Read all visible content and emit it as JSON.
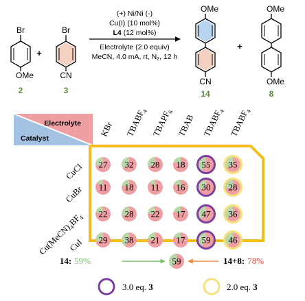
{
  "reaction": {
    "electrode": "(+) Ni/Ni (-)",
    "catalyst": "Cu(I) (10 mol%)",
    "ligand_bold": "L4",
    "ligand_rest": " (12 mol%)",
    "electrolyte": "Electrolyte (2.0 equiv)",
    "conditions": "MeCN, 4.0 mA, rt, N",
    "conditions_sub": "2",
    "conditions_tail": ", 12 h",
    "plus": "+",
    "reactant1": {
      "top": "Br",
      "bottom": "OMe",
      "label": "2"
    },
    "reactant2": {
      "top": "Br",
      "bottom": "CN",
      "label": "3"
    },
    "product1": {
      "top": "OMe",
      "bottom": "CN",
      "label": "14"
    },
    "product2": {
      "top": "OMe",
      "bottom": "OMe",
      "label": "8"
    }
  },
  "table": {
    "header_electrolyte": "Electrolyte",
    "header_catalyst": "Catalyst",
    "columns": [
      {
        "base": "KBr",
        "sub": ""
      },
      {
        "base": "TBABF",
        "sub": "4"
      },
      {
        "base": "TBAPF",
        "sub": "6"
      },
      {
        "base": "TBAB",
        "sub": ""
      },
      {
        "base": "TBABF",
        "sub": "4"
      },
      {
        "base": "TBABF",
        "sub": "4"
      }
    ],
    "rows": [
      {
        "label": "CuCl",
        "values": [
          27,
          32,
          28,
          18,
          55,
          35
        ],
        "fracs": [
          0.72,
          0.66,
          0.7,
          0.8,
          0.59,
          0.66
        ]
      },
      {
        "label": "CuBr",
        "values": [
          11,
          18,
          11,
          16,
          30,
          28
        ],
        "fracs": [
          0.86,
          0.78,
          0.86,
          0.82,
          0.7,
          0.72
        ]
      },
      {
        "label": "Cu(MeCN)4BF4",
        "values": [
          22,
          28,
          22,
          17,
          47,
          36
        ],
        "fracs": [
          0.78,
          0.7,
          0.76,
          0.8,
          0.62,
          0.64
        ]
      },
      {
        "label": "CuI",
        "values": [
          29,
          38,
          21,
          17,
          59,
          46
        ],
        "fracs": [
          0.7,
          0.6,
          0.76,
          0.82,
          0.6,
          0.62
        ]
      }
    ],
    "ring_columns": {
      "purple": 4,
      "yellow": 5
    }
  },
  "legend": {
    "left_prefix": "14:",
    "left_value": "59%",
    "center_value": "59",
    "center_frac": 0.6,
    "right_prefix": "14+8:",
    "right_value": "78%",
    "purple_label": "3.0 eq.",
    "purple_bold": "3",
    "yellow_label": "2.0 eq.",
    "yellow_bold": "3"
  },
  "colors": {
    "pink": "#ef9ea2",
    "green": "#b9d7a8",
    "blue": "#a3c2e2",
    "purple": "#7c3fa0",
    "yellow_ring": "#f4e27d",
    "frame": "#f4bd1c",
    "ring_reactant2": "#f5d1c3",
    "ring_product_top": "#b9d4ee",
    "ring_product_bottom": "#f5d1c3",
    "label_green": "#5a8a3c",
    "red_text": "#e0443a",
    "arrow_green": "#7abf6a",
    "arrow_orange": "#f08b43"
  }
}
